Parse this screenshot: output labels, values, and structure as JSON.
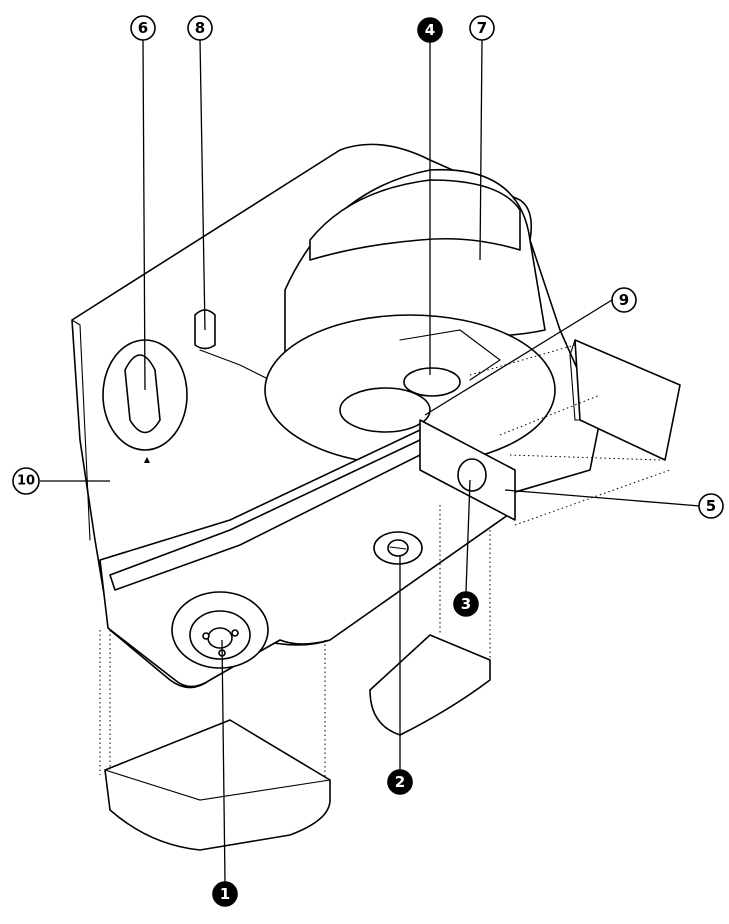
{
  "callouts": [
    {
      "id": "c1",
      "label": "1",
      "filled": true
    },
    {
      "id": "c2",
      "label": "2",
      "filled": true
    },
    {
      "id": "c3",
      "label": "3",
      "filled": true
    },
    {
      "id": "c4",
      "label": "4",
      "filled": true
    },
    {
      "id": "c5",
      "label": "5",
      "filled": false
    },
    {
      "id": "c6",
      "label": "6",
      "filled": false
    },
    {
      "id": "c7",
      "label": "7",
      "filled": false
    },
    {
      "id": "c8",
      "label": "8",
      "filled": false
    },
    {
      "id": "c9",
      "label": "9",
      "filled": false
    },
    {
      "id": "c10",
      "label": "10",
      "filled": false
    }
  ],
  "colors": {
    "ink": "#000000",
    "paper": "#ffffff"
  }
}
